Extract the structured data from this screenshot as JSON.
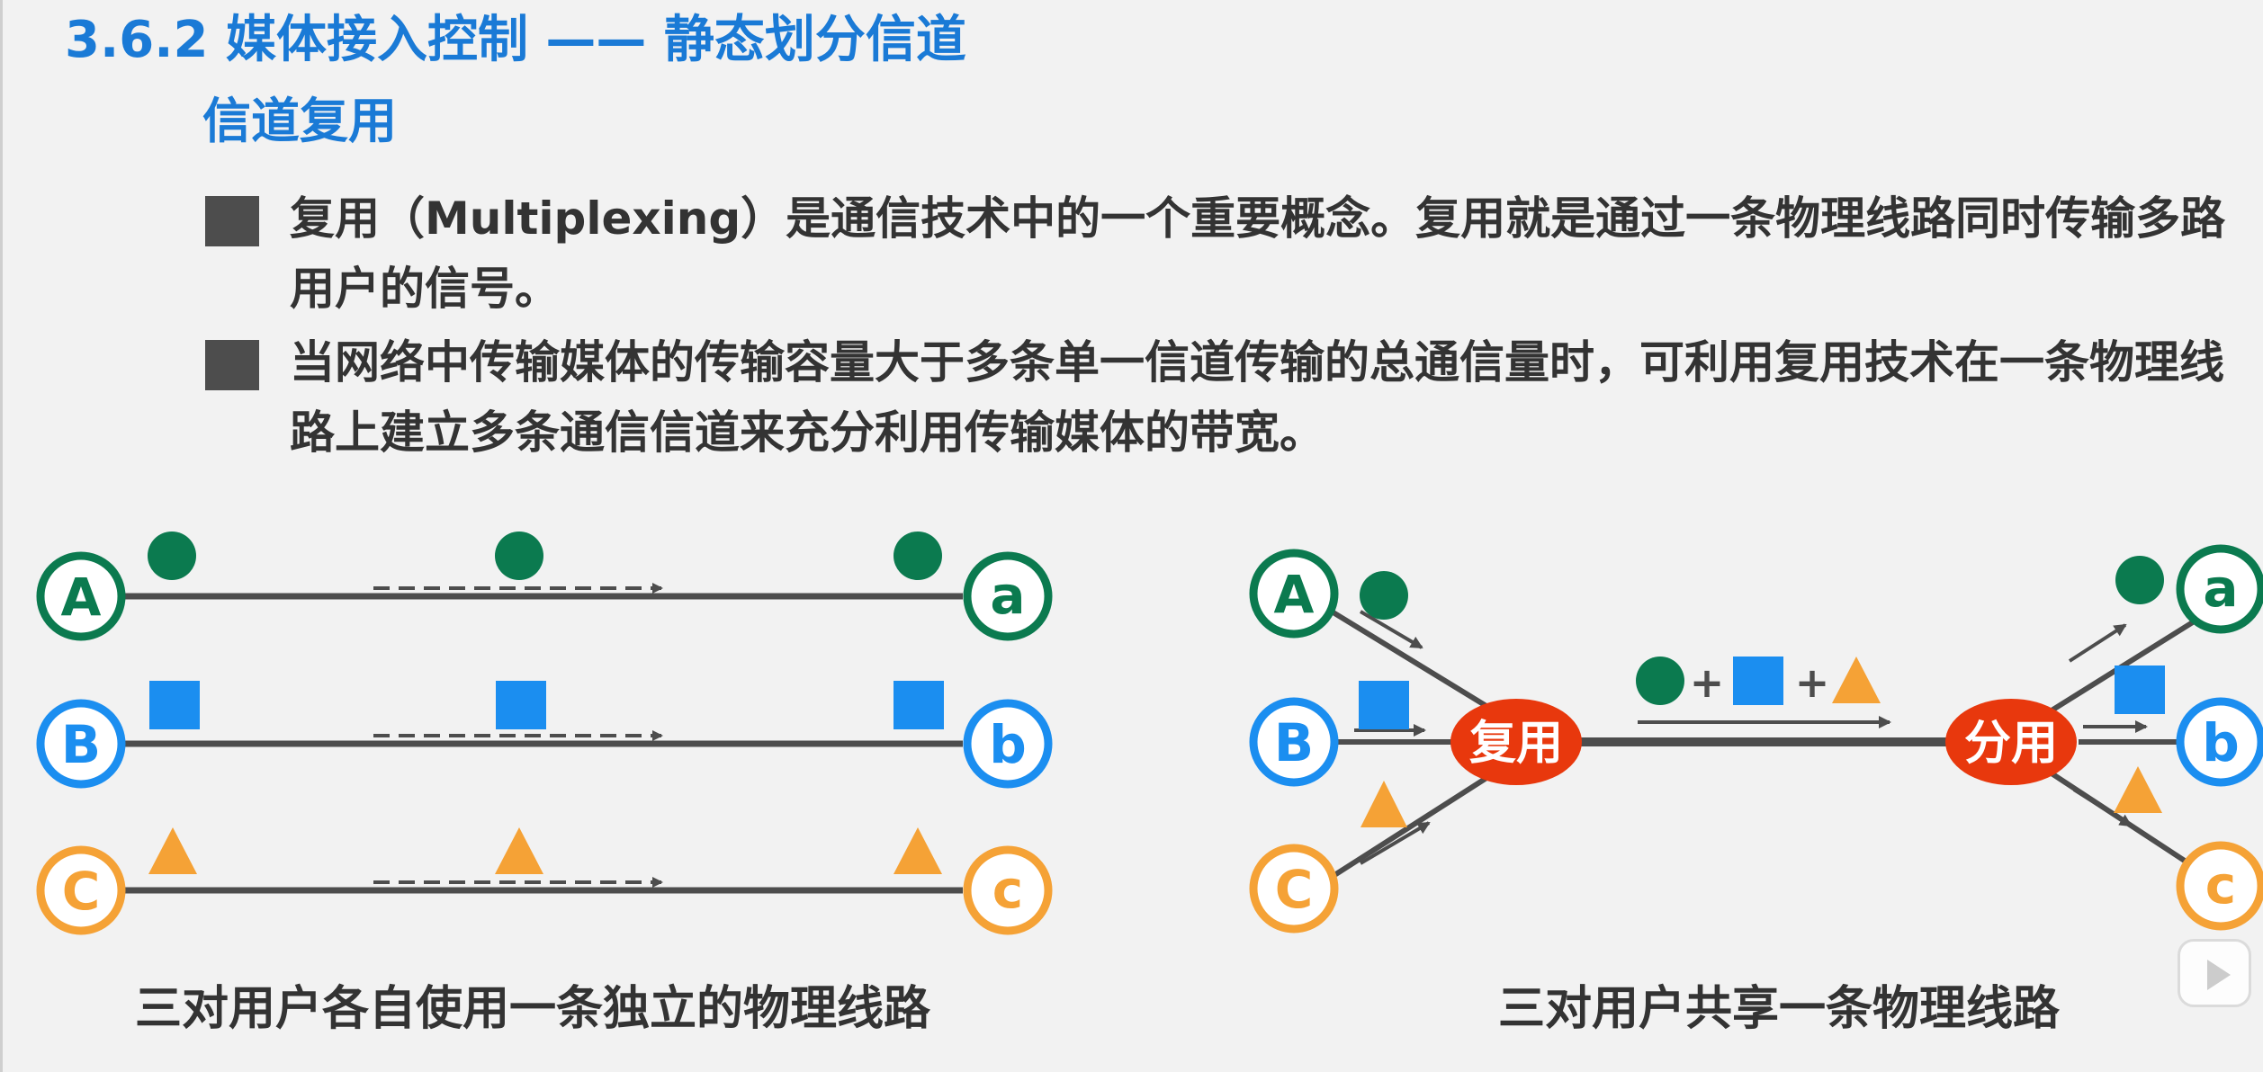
{
  "title": "3.6.2 媒体接入控制 —— 静态划分信道",
  "subtitle": "信道复用",
  "bullets": [
    "复用（Multiplexing）是通信技术中的一个重要概念。复用就是通过一条物理线路同时传输多路用户的信号。",
    "当网络中传输媒体的传输容量大于多条单一信道传输的总通信量时，可利用复用技术在一条物理线路上建立多条通信信道来充分利用传输媒体的带宽。"
  ],
  "diagram_left": {
    "caption": "三对用户各自使用一条独立的物理线路",
    "pairs": [
      {
        "from": "A",
        "to": "a",
        "color": "#0b7a4f",
        "shape": "circle"
      },
      {
        "from": "B",
        "to": "b",
        "color": "#1b8ef0",
        "shape": "square"
      },
      {
        "from": "C",
        "to": "c",
        "color": "#f5a236",
        "shape": "triangle"
      }
    ]
  },
  "diagram_right": {
    "caption": "三对用户共享一条物理线路",
    "mux_label": "复用",
    "demux_label": "分用",
    "plus": "+",
    "senders": [
      "A",
      "B",
      "C"
    ],
    "receivers": [
      "a",
      "b",
      "c"
    ]
  },
  "colors": {
    "title": "#1a7ad6",
    "green": "#0b7a4f",
    "blue": "#1b8ef0",
    "orange": "#f5a236",
    "red": "#e8380d",
    "line": "#4d4d4d",
    "text": "#333333"
  }
}
